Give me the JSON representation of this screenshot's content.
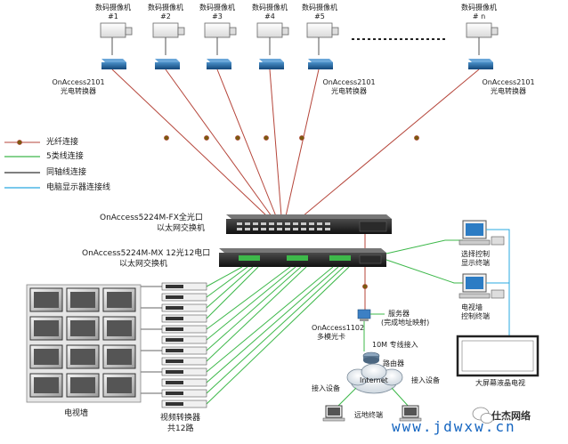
{
  "cameras": {
    "title": "数码摄像机",
    "ids": [
      "#1",
      "#2",
      "#3",
      "#4",
      "#5",
      "# n"
    ]
  },
  "converter_left": {
    "model": "OnAccess2101",
    "name": "光电转换器"
  },
  "converter_mid": {
    "model": "OnAccess2101",
    "name": "光电转换器"
  },
  "converter_right": {
    "model": "OnAccess2101",
    "name": "光电转换器"
  },
  "legend": {
    "fiber": "光纤连接",
    "cat5": "5类线连接",
    "coax": "同轴线连接",
    "vga": "电脑显示器连接线"
  },
  "colors": {
    "fiber": "#b5453a",
    "cat5": "#3db84a",
    "coax": "#333333",
    "vga": "#29a8e0"
  },
  "switch_fx": {
    "model": "OnAccess5224M-FX全光口",
    "name": "以太网交换机"
  },
  "switch_mx": {
    "model": "OnAccess5224M-MX 12光12电口",
    "name": "以太网交换机"
  },
  "tv_wall": {
    "name": "电视墙"
  },
  "video_converter": {
    "name": "视频转换器",
    "count": "共12路"
  },
  "optical_card": {
    "model": "OnAccess1102",
    "name": "多模光卡"
  },
  "server": {
    "name": "服务器",
    "note": "(完成地址映射)"
  },
  "dedicated_line": "10M 专线接入",
  "router": "路由器",
  "internet": "Internet",
  "access_left": "接入设备",
  "access_right": "接入设备",
  "remote_terminal": "远地终端",
  "select_terminal": {
    "line1": "选择控制",
    "line2": "显示终端"
  },
  "tv_terminal": {
    "line1": "电视墙",
    "line2": "控制终端"
  },
  "big_screen": "大屏幕液晶电视",
  "watermark": "www.jdwxw.cn",
  "wechat": "仕杰网络"
}
